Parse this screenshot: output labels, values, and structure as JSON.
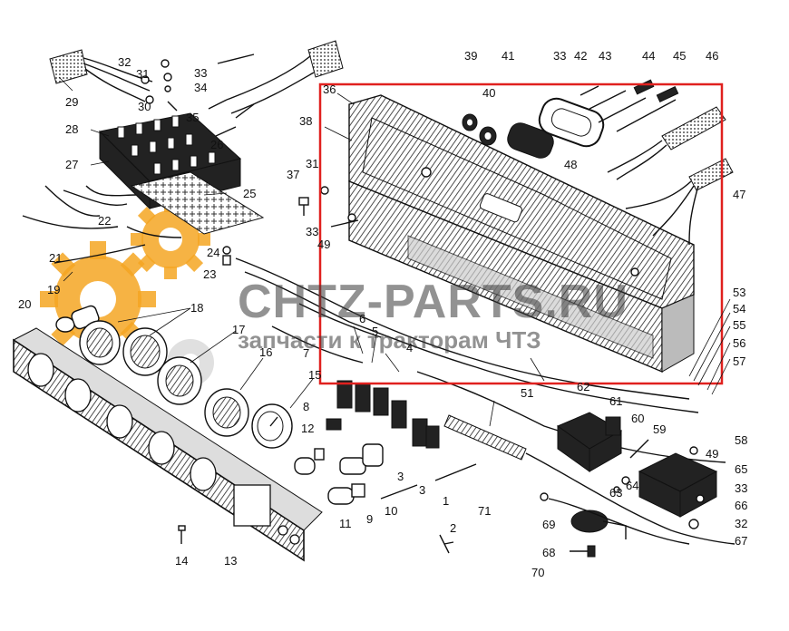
{
  "diagram": {
    "highlight_color": "#e0201e",
    "gear_color": "#f5a623",
    "watermark": {
      "line1": "CHTZ-PARTS.RU",
      "line2": "запчасти к тракторам ЧТЗ"
    },
    "labels": [
      {
        "id": "l32a",
        "text": "32"
      },
      {
        "id": "l31a",
        "text": "31"
      },
      {
        "id": "l33a",
        "text": "33"
      },
      {
        "id": "l34",
        "text": "34"
      },
      {
        "id": "l30",
        "text": "30"
      },
      {
        "id": "l35",
        "text": "35"
      },
      {
        "id": "l29",
        "text": "29"
      },
      {
        "id": "l28",
        "text": "28"
      },
      {
        "id": "l26",
        "text": "26"
      },
      {
        "id": "l27",
        "text": "27"
      },
      {
        "id": "l25",
        "text": "25"
      },
      {
        "id": "l22",
        "text": "22"
      },
      {
        "id": "l21",
        "text": "21"
      },
      {
        "id": "l24",
        "text": "24"
      },
      {
        "id": "l23",
        "text": "23"
      },
      {
        "id": "l20",
        "text": "20"
      },
      {
        "id": "l19",
        "text": "19"
      },
      {
        "id": "l18",
        "text": "18"
      },
      {
        "id": "l17",
        "text": "17"
      },
      {
        "id": "l16",
        "text": "16"
      },
      {
        "id": "l15",
        "text": "15"
      },
      {
        "id": "l14",
        "text": "14"
      },
      {
        "id": "l13",
        "text": "13"
      },
      {
        "id": "l12",
        "text": "12"
      },
      {
        "id": "l11",
        "text": "11"
      },
      {
        "id": "l10",
        "text": "10"
      },
      {
        "id": "l9",
        "text": "9"
      },
      {
        "id": "l8",
        "text": "8"
      },
      {
        "id": "l7",
        "text": "7"
      },
      {
        "id": "l6",
        "text": "6"
      },
      {
        "id": "l5",
        "text": "5"
      },
      {
        "id": "l4",
        "text": "4"
      },
      {
        "id": "l3a",
        "text": "3"
      },
      {
        "id": "l3b",
        "text": "3"
      },
      {
        "id": "l2",
        "text": "2"
      },
      {
        "id": "l1",
        "text": "1"
      },
      {
        "id": "l37",
        "text": "37"
      },
      {
        "id": "l31b",
        "text": "31"
      },
      {
        "id": "l33b",
        "text": "33"
      },
      {
        "id": "l49a",
        "text": "49"
      },
      {
        "id": "l38",
        "text": "38"
      },
      {
        "id": "l36",
        "text": "36"
      },
      {
        "id": "l39",
        "text": "39"
      },
      {
        "id": "l40",
        "text": "40"
      },
      {
        "id": "l41",
        "text": "41"
      },
      {
        "id": "l33c",
        "text": "33"
      },
      {
        "id": "l42",
        "text": "42"
      },
      {
        "id": "l43",
        "text": "43"
      },
      {
        "id": "l44",
        "text": "44"
      },
      {
        "id": "l45",
        "text": "45"
      },
      {
        "id": "l46",
        "text": "46"
      },
      {
        "id": "l48",
        "text": "48"
      },
      {
        "id": "l47",
        "text": "47"
      },
      {
        "id": "l53",
        "text": "53"
      },
      {
        "id": "l54",
        "text": "54"
      },
      {
        "id": "l55",
        "text": "55"
      },
      {
        "id": "l56",
        "text": "56"
      },
      {
        "id": "l57",
        "text": "57"
      },
      {
        "id": "l51",
        "text": "51"
      },
      {
        "id": "l62",
        "text": "62"
      },
      {
        "id": "l61",
        "text": "61"
      },
      {
        "id": "l60",
        "text": "60"
      },
      {
        "id": "l59",
        "text": "59"
      },
      {
        "id": "l49b",
        "text": "49"
      },
      {
        "id": "l58",
        "text": "58"
      },
      {
        "id": "l65",
        "text": "65"
      },
      {
        "id": "l63",
        "text": "63"
      },
      {
        "id": "l64",
        "text": "64"
      },
      {
        "id": "l33d",
        "text": "33"
      },
      {
        "id": "l66",
        "text": "66"
      },
      {
        "id": "l32b",
        "text": "32"
      },
      {
        "id": "l67",
        "text": "67"
      },
      {
        "id": "l71",
        "text": "71"
      },
      {
        "id": "l69",
        "text": "69"
      },
      {
        "id": "l68",
        "text": "68"
      },
      {
        "id": "l70",
        "text": "70"
      }
    ]
  }
}
